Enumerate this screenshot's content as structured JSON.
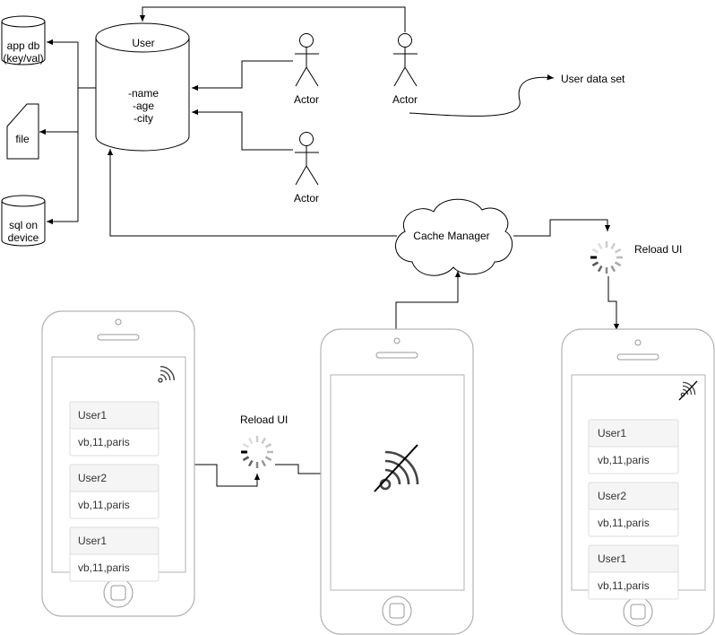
{
  "storage": {
    "app_db_line1": "app db",
    "app_db_line2": "(key/val)",
    "file": "file",
    "sql_line1": "sql on",
    "sql_line2": "device"
  },
  "user_db": {
    "title": "User",
    "fields": [
      "-name",
      "-age",
      "-city"
    ]
  },
  "actors": [
    "Actor",
    "Actor",
    "Actor"
  ],
  "user_data_set": "User data set",
  "cache_manager": "Cache Manager",
  "reload_ui_top": "Reload  UI",
  "reload_ui_middle": "Reload  UI",
  "phone_left": {
    "cards": [
      {
        "name": "User1",
        "detail": "vb,11,paris"
      },
      {
        "name": "User2",
        "detail": "vb,11,paris"
      },
      {
        "name": "User1",
        "detail": "vb,11,paris"
      }
    ]
  },
  "phone_right": {
    "cards": [
      {
        "name": "User1",
        "detail": "vb,11,paris"
      },
      {
        "name": "User2",
        "detail": "vb,11,paris"
      },
      {
        "name": "User1",
        "detail": "vb,11,paris"
      }
    ]
  },
  "icons": {
    "wifi": "wifi-icon",
    "wifi_off": "wifi-off-icon",
    "spinner": "loading-spinner-icon",
    "home": "home-button-icon"
  },
  "colors": {
    "stroke": "#000000",
    "phone_stroke": "#b3b3b3",
    "card_header": "#f5f5f5",
    "card_border": "#dddddd"
  }
}
